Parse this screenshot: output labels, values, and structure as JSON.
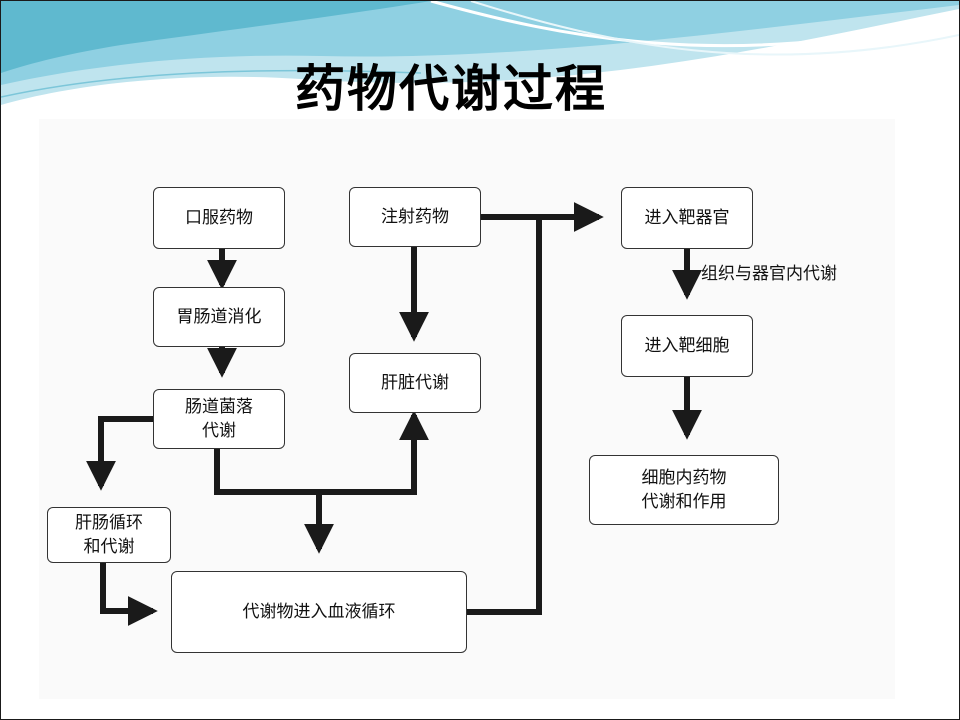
{
  "title": "药物代谢过程",
  "colors": {
    "wave_dark": "#5fb9cf",
    "wave_light": "#bfe4ee",
    "line": "#1a1a1a",
    "box_border": "#333333"
  },
  "nodes": {
    "oral": "口服药物",
    "gi_digestion": "胃肠道消化",
    "gut_flora": [
      "肠道菌落",
      "代谢"
    ],
    "enterohepatic": [
      "肝肠循环",
      "和代谢"
    ],
    "injection": "注射药物",
    "liver": "肝脏代谢",
    "blood": "代谢物进入血液循环",
    "target_organ": "进入靶器官",
    "target_cell": "进入靶细胞",
    "intracellular": [
      "细胞内药物",
      "代谢和作用"
    ]
  },
  "edge_labels": {
    "tissue_metabolism": "组织与器官内代谢"
  }
}
